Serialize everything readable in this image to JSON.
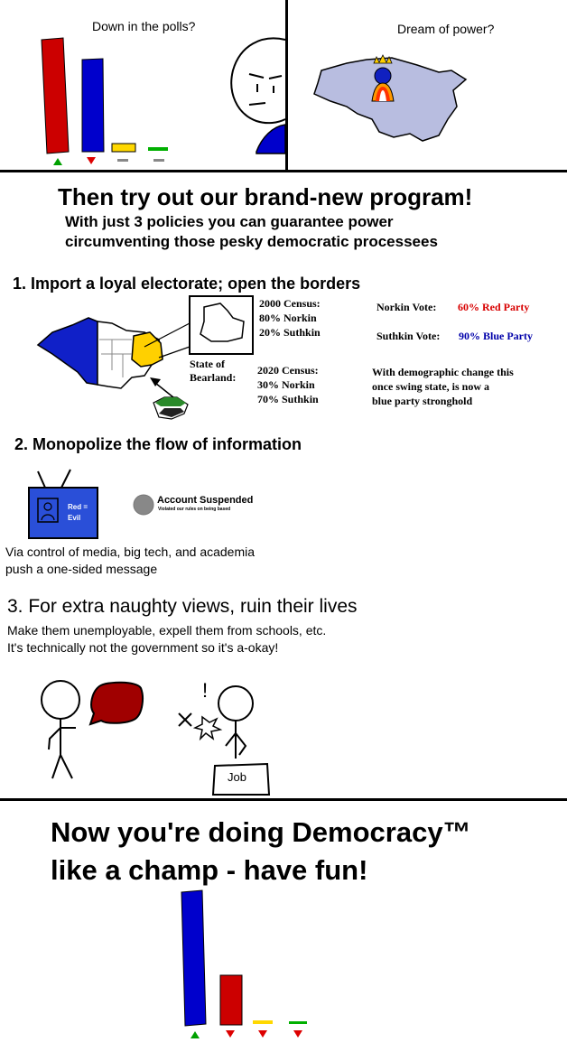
{
  "panel1": {
    "caption": "Down in the polls?",
    "caption2": "Dream of power?"
  },
  "headline": {
    "title": "Then try out our brand-new program!",
    "sub1": "With just 3 policies you can guarantee power",
    "sub2": "circumventing those pesky democratic processees"
  },
  "step1": {
    "heading": "1. Import a loyal electorate; open the borders",
    "census2000_title": "2000 Census:",
    "census2000_a": "80% Norkin",
    "census2000_b": "20% Suthkin",
    "state_label_1": "State of",
    "state_label_2": "Bearland:",
    "census2020_title": "2020 Census:",
    "census2020_a": "30% Norkin",
    "census2020_b": "70% Suthkin",
    "norkin_label": "Norkin Vote:",
    "norkin_value": "60% Red Party",
    "suthkin_label": "Suthkin Vote:",
    "suthkin_value": "90% Blue Party",
    "note1": "With demographic change this",
    "note2": "once swing state, is now a",
    "note3": "blue party stronghold"
  },
  "step2": {
    "heading": "2. Monopolize the flow of information",
    "tv_line1": "Red =",
    "tv_line2": "Evil",
    "suspended_title": "Account Suspended",
    "suspended_sub": "Violated our rules on being based",
    "body1": "Via control of media, big tech, and academia",
    "body2": "push a one-sided message"
  },
  "step3": {
    "heading": "3. For extra naughty views, ruin their lives",
    "body1": "Make them unemployable, expell them from schools, etc.",
    "body2": "It's technically not the government so it's a-okay!",
    "job_label": "Job",
    "exclaim": "!"
  },
  "finale": {
    "line1": "Now you're doing Democracy™",
    "line2": "like a champ - have fun!"
  },
  "colors": {
    "red": "#cc0000",
    "blue": "#0000cc",
    "yellow": "#ffd800",
    "green": "#00b000",
    "map_gray": "#b8bde0",
    "vote_red": "#d80000",
    "vote_blue": "#0000aa"
  }
}
